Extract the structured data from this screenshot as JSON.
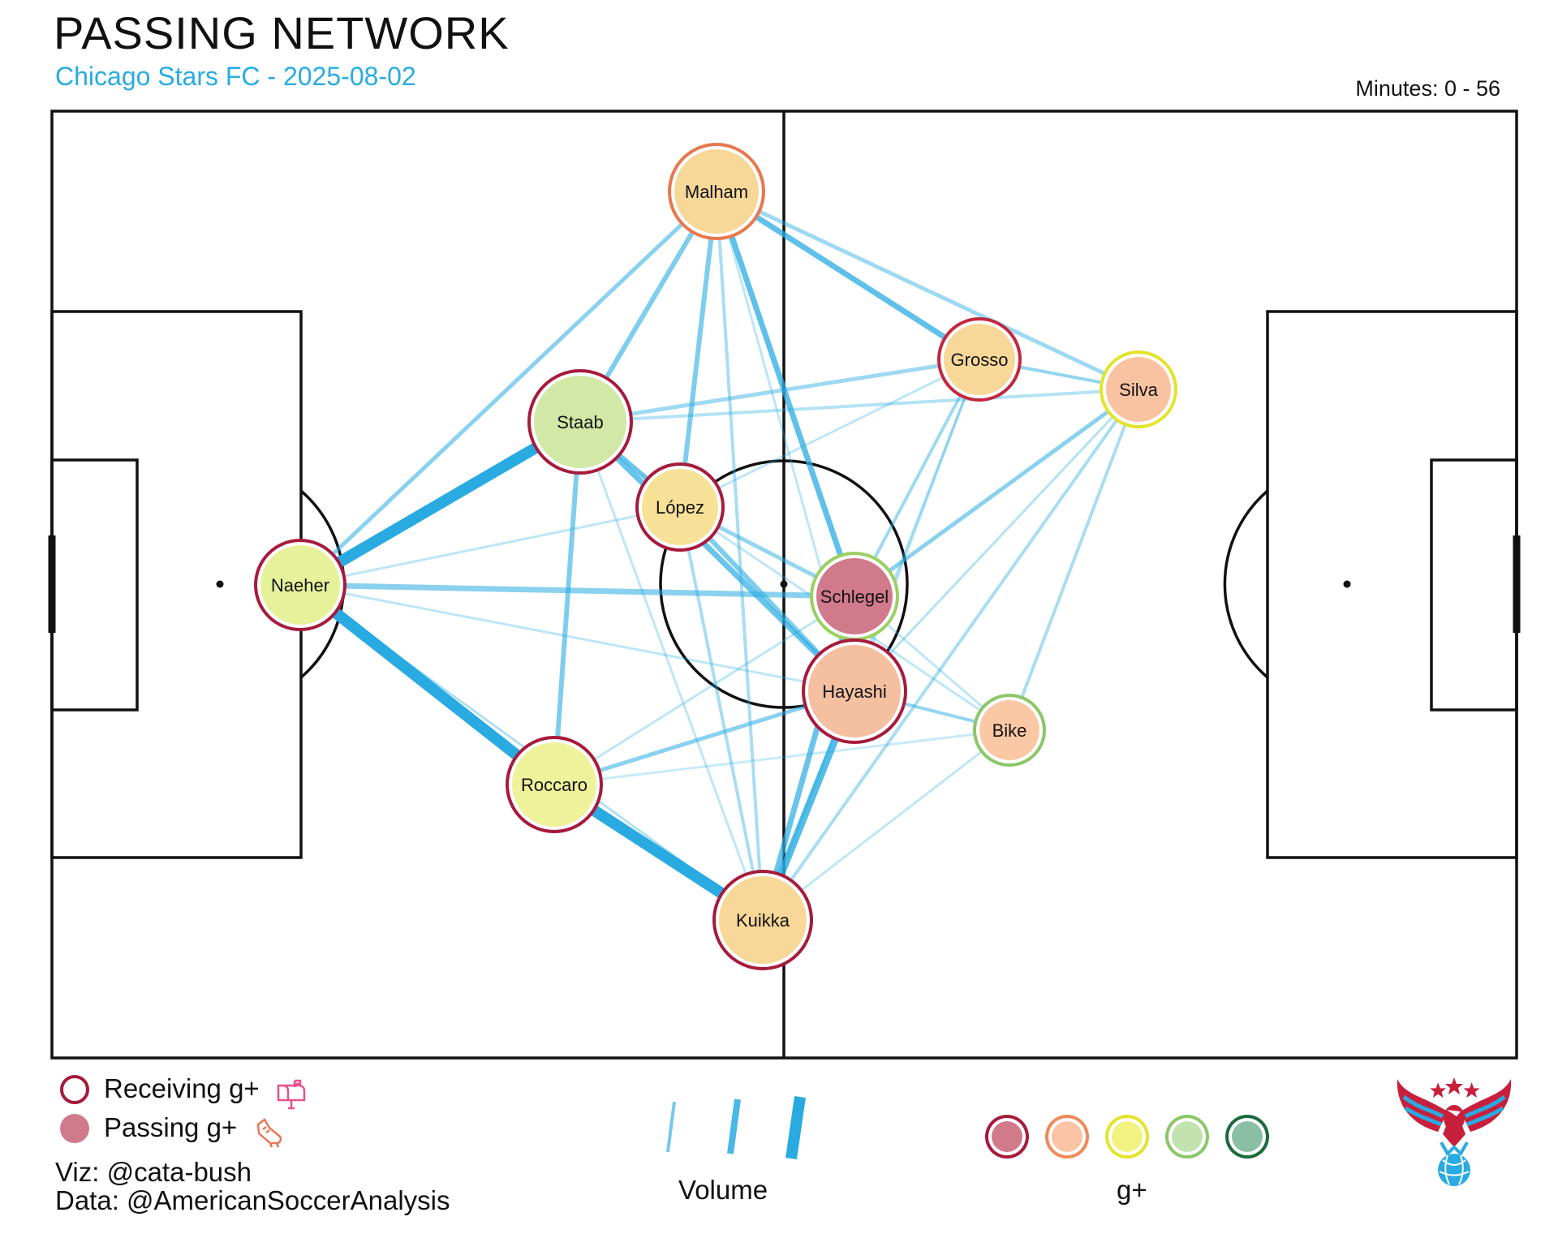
{
  "header": {
    "title": "PASSING NETWORK",
    "subtitle": "Chicago Stars FC - 2025-08-02",
    "minutes_label": "Minutes: 0 - 56"
  },
  "colors": {
    "accent": "#29abe2",
    "pass_line": "#29abe2",
    "pitch_line": "#111111",
    "scale": [
      "#d17a8c",
      "#fbc4a4",
      "#f1f27f",
      "#c2e2b0",
      "#8bbfa5"
    ],
    "scale_borders": [
      "#a61b3c",
      "#ef8a5a",
      "#e3e32c",
      "#8cc767",
      "#1a6a3e"
    ]
  },
  "players": [
    {
      "name": "Malham",
      "fill": "#f8d898",
      "ring": "#e8784e"
    },
    {
      "name": "Staab",
      "fill": "#d2e8a6",
      "ring": "#a61b3c"
    },
    {
      "name": "López",
      "fill": "#f6e196",
      "ring": "#a61b3c"
    },
    {
      "name": "Naeher",
      "fill": "#e6f29a",
      "ring": "#a61b3c"
    },
    {
      "name": "Schlegel",
      "fill": "#d17a8c",
      "ring": "#9bd063"
    },
    {
      "name": "Hayashi",
      "fill": "#f5c0a0",
      "ring": "#a61b3c"
    },
    {
      "name": "Grosso",
      "fill": "#f8d898",
      "ring": "#c2283f"
    },
    {
      "name": "Silva",
      "fill": "#f9c3a1",
      "ring": "#e3e32c"
    },
    {
      "name": "Bike",
      "fill": "#fbc8a6",
      "ring": "#8cc767"
    },
    {
      "name": "Roccaro",
      "fill": "#eef29a",
      "ring": "#a61b3c"
    },
    {
      "name": "Kuikka",
      "fill": "#f8d898",
      "ring": "#a61b3c"
    }
  ],
  "legend": {
    "receiving_label": "Receiving g+",
    "passing_label": "Passing g+",
    "volume_label": "Volume",
    "gplus_label": "g+",
    "receiving_icon": "mailbox-icon",
    "passing_icon": "boot-icon"
  },
  "credits": {
    "viz": "Viz: @cata-bush",
    "data": "Data: @AmericanSoccerAnalysis"
  },
  "logo": "eagle-logo-icon"
}
